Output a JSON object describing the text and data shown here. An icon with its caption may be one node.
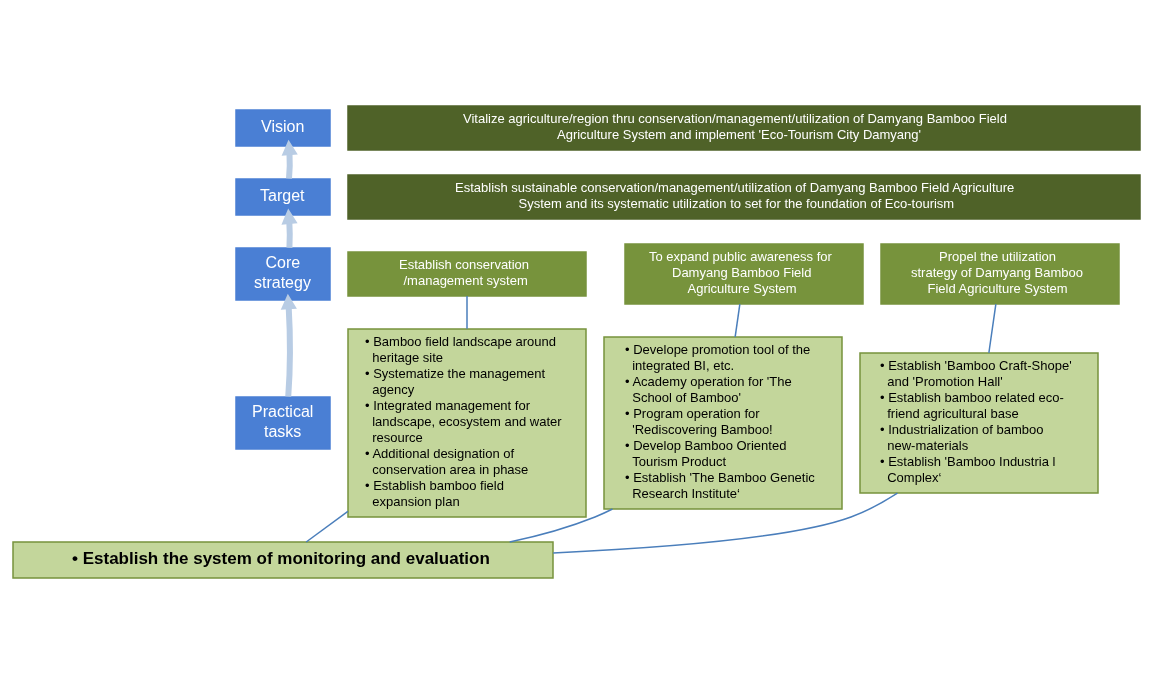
{
  "diagram": {
    "nodes": [
      {
        "text": [
          "Vision"
        ]
      },
      {
        "text": [
          "Vitalize agriculture/region thru conservation/management/utilization of Damyang Bamboo Field Agriculture System and implement 'Eco-Tourism City Damyang'"
        ]
      },
      {
        "text": [
          "Target"
        ]
      },
      {
        "text": [
          "Establish sustainable conservation/management/utilization of Damyang Bamboo Field Agriculture System and its systematic utilization to set for the foundation of Eco-tourism"
        ]
      },
      {
        "text": [
          "Core strategy"
        ]
      },
      {
        "text": [
          "Establish conservation /management system"
        ]
      },
      {
        "text": [
          "To expand public awareness for Damyang Bamboo Field Agriculture System"
        ]
      },
      {
        "text": [
          "Propel the utilization strategy of Damyang Bamboo Field Agriculture System"
        ]
      },
      {
        "text": [
          "Practical tasks"
        ]
      },
      {
        "text": [
          "• Bamboo field landscape around heritage site",
          "• Systematize the management agency",
          "• Integrated management for landscape, ecosystem and water resource",
          "• Additional designation of conservation area in phase",
          "• Establish bamboo field expansion plan"
        ]
      },
      {
        "text": [
          "• Develope promotion tool of the integrated BI, etc.",
          "• Academy operation for 'The School of Bamboo'",
          "• Program operation for 'Rediscovering Bamboo!",
          "• Develop Bamboo Oriented Tourism Product",
          "• Establish 'The Bamboo Genetic Research Institute‘"
        ]
      },
      {
        "text": [
          "• Establish 'Bamboo Craft-Shope' and 'Promotion Hall'",
          "• Establish bamboo related eco-friend agricultural base",
          "• Industrialization of bamboo new-materials",
          "• Establish 'Bamboo Industria l Complex‘"
        ]
      },
      {
        "text": [
          "• Establish the system of monitoring and evaluation"
        ]
      }
    ],
    "edges": [
      {
        "from": 2,
        "to": 0,
        "arrow": "to",
        "style": "thick",
        "color": "#b8cce4"
      },
      {
        "from": 4,
        "to": 2,
        "arrow": "to",
        "style": "thick",
        "color": "#b8cce4"
      },
      {
        "from": 8,
        "to": 4,
        "arrow": "to",
        "style": "thick",
        "color": "#b8cce4"
      },
      {
        "from": 5,
        "to": 9,
        "arrow": "none"
      },
      {
        "from": 6,
        "to": 10,
        "arrow": "none"
      },
      {
        "from": 7,
        "to": 11,
        "arrow": "none"
      },
      {
        "from": 9,
        "to": 12,
        "arrow": "none"
      },
      {
        "from": 10,
        "to": 12,
        "arrow": "none"
      },
      {
        "from": 11,
        "to": 12,
        "arrow": "none"
      }
    ]
  }
}
